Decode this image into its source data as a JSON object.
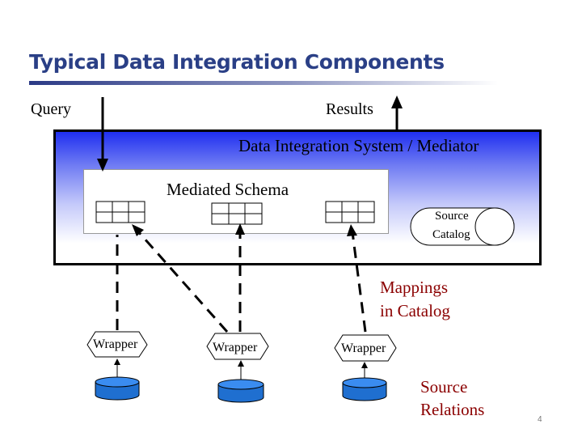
{
  "title": "Typical Data Integration Components",
  "query_label": "Query",
  "results_label": "Results",
  "mediator_label": "Data Integration System / Mediator",
  "schema_label": "Mediated Schema",
  "source_catalog": {
    "line1": "Source",
    "line2": "Catalog"
  },
  "mappings": {
    "line1": "Mappings",
    "line2": "in Catalog"
  },
  "source_relations": {
    "line1": "Source",
    "line2": "Relations"
  },
  "wrappers": [
    "Wrapper",
    "Wrapper",
    "Wrapper"
  ],
  "page_number": "4",
  "colors": {
    "title": "#2a3f86",
    "mediator_gradient_top": "#1f2ff0",
    "annotation_text": "#8b0000",
    "database_fill": "#1f6fd0"
  }
}
